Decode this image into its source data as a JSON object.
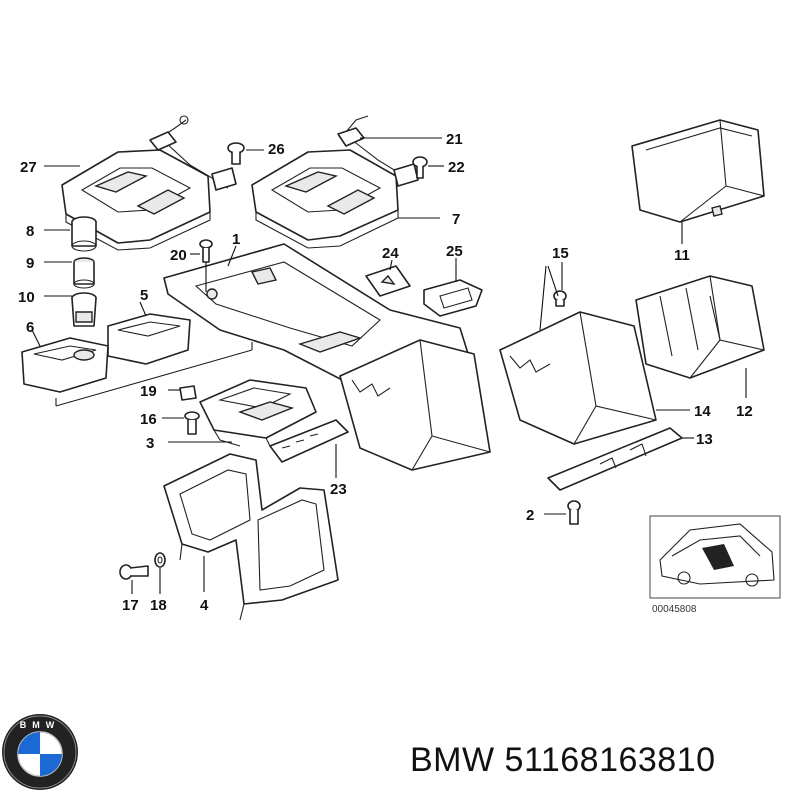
{
  "brand": "BMW",
  "part_number": "51168163810",
  "diagram_ref": "00045808",
  "logo_letters": "BMW",
  "callouts": [
    "1",
    "2",
    "3",
    "4",
    "5",
    "6",
    "7",
    "8",
    "9",
    "10",
    "11",
    "12",
    "13",
    "14",
    "15",
    "16",
    "17",
    "18",
    "19",
    "20",
    "21",
    "22",
    "23",
    "24",
    "25",
    "26",
    "27"
  ]
}
